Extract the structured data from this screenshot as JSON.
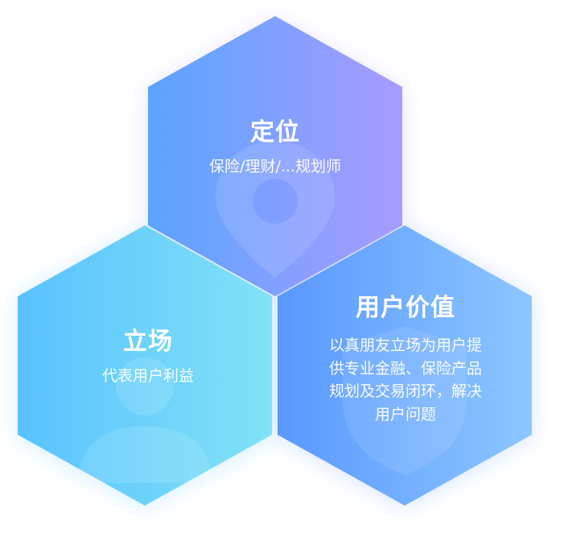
{
  "hexagons": {
    "positioning": {
      "title": "定位",
      "description": "保险/理财/...规划师",
      "gradient": [
        "#5aa4ff",
        "#a89bff"
      ],
      "icon": "location-pin-icon"
    },
    "stance": {
      "title": "立场",
      "description": "代表用户利益",
      "gradient": [
        "#5ac4ff",
        "#7ee0f7"
      ],
      "icon": "person-icon"
    },
    "user_value": {
      "title": "用户价值",
      "description_lines": [
        "以真朋友立场为用户提",
        "供专业金融、保险产品",
        "规划及交易闭环，解决",
        "用户问题"
      ],
      "gradient": [
        "#5a9dff",
        "#88c4ff"
      ],
      "icon": "shield-icon"
    }
  }
}
